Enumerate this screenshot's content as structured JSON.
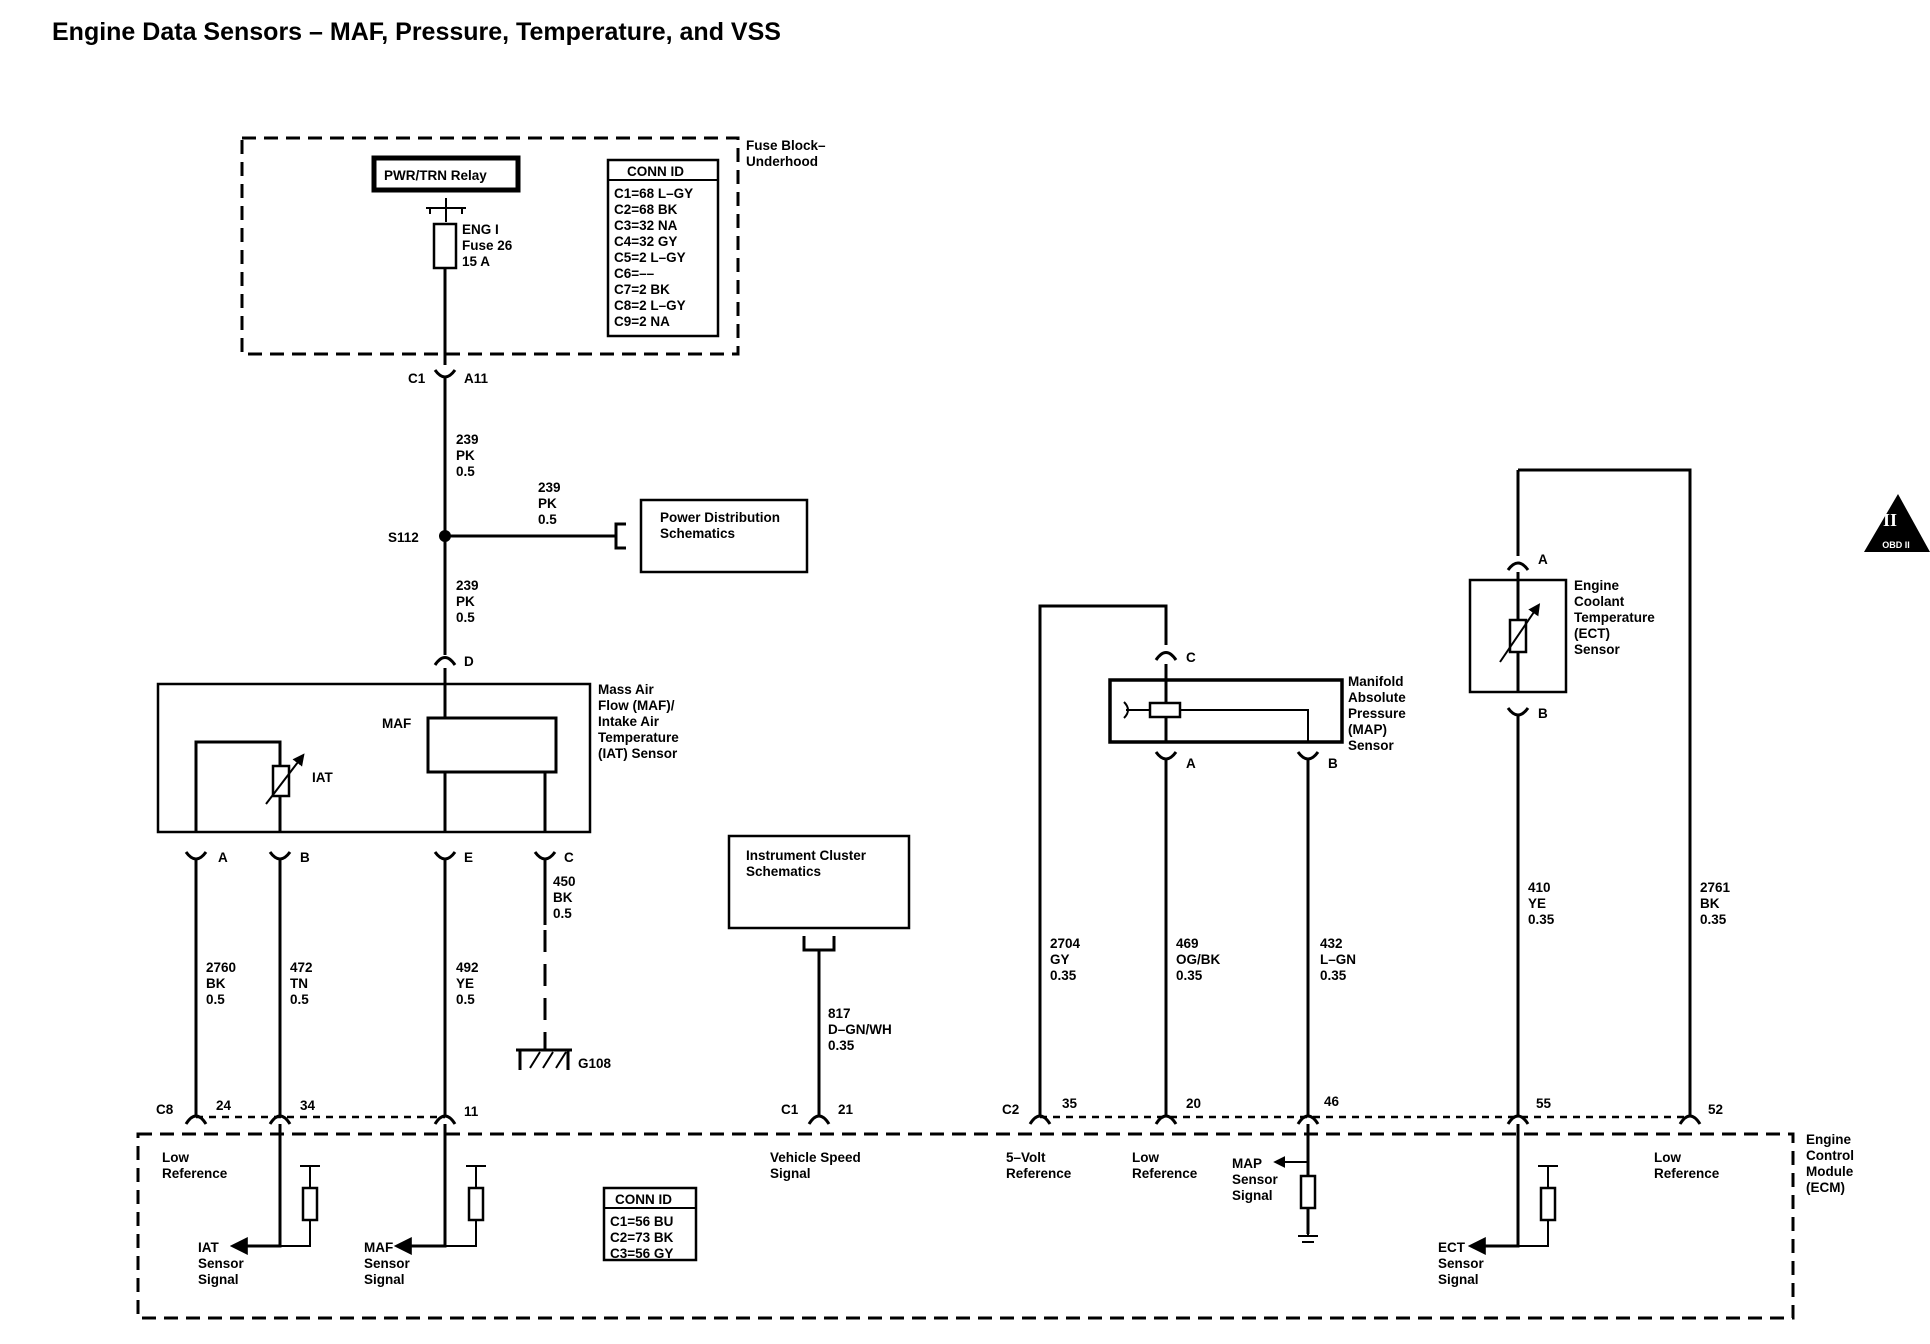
{
  "title": "Engine Data Sensors – MAF, Pressure, Temperature, and VSS",
  "fuse_block": {
    "label_line1": "Fuse Block–",
    "label_line2": "Underhood",
    "relay": "PWR/TRN Relay",
    "fuse_line1": "ENG I",
    "fuse_line2": "Fuse 26",
    "fuse_line3": "15 A",
    "conn_id": {
      "header": "CONN ID",
      "rows": [
        "C1=68 L–GY",
        "C2=68 BK",
        "C3=32 NA",
        "C4=32 GY",
        "C5=2 L–GY",
        "C6=––",
        "C7=2 BK",
        "C8=2 L–GY",
        "C9=2 NA"
      ]
    }
  },
  "connector_c1_a11": {
    "conn": "C1",
    "pin": "A11"
  },
  "wire_239_upper": {
    "circuit": "239",
    "color": "PK",
    "size": "0.5"
  },
  "wire_239_branch": {
    "circuit": "239",
    "color": "PK",
    "size": "0.5"
  },
  "wire_239_lower": {
    "circuit": "239",
    "color": "PK",
    "size": "0.5"
  },
  "splice": "S112",
  "power_distribution": {
    "line1": "Power Distribution",
    "line2": "Schematics"
  },
  "maf_sensor": {
    "pin_d": "D",
    "maf_label": "MAF",
    "iat_label": "IAT",
    "name": [
      "Mass Air",
      "Flow (MAF)/",
      "Intake Air",
      "Temperature",
      "(IAT) Sensor"
    ],
    "pins": [
      "A",
      "B",
      "E",
      "C"
    ]
  },
  "wires_maf": [
    {
      "circuit": "2760",
      "color": "BK",
      "size": "0.5"
    },
    {
      "circuit": "472",
      "color": "TN",
      "size": "0.5"
    },
    {
      "circuit": "492",
      "color": "YE",
      "size": "0.5"
    },
    {
      "circuit": "450",
      "color": "BK",
      "size": "0.5"
    }
  ],
  "ground": "G108",
  "instrument_cluster": {
    "line1": "Instrument Cluster",
    "line2": "Schematics"
  },
  "wire_vss": {
    "circuit": "817",
    "color": "D–GN/WH",
    "size": "0.35"
  },
  "map_sensor": {
    "pins": [
      "C",
      "A",
      "B"
    ],
    "name": [
      "Manifold",
      "Absolute",
      "Pressure",
      "(MAP)",
      "Sensor"
    ]
  },
  "wires_map": [
    {
      "circuit": "2704",
      "color": "GY",
      "size": "0.35"
    },
    {
      "circuit": "469",
      "color": "OG/BK",
      "size": "0.35"
    },
    {
      "circuit": "432",
      "color": "L–GN",
      "size": "0.35"
    }
  ],
  "ect_sensor": {
    "pins": [
      "A",
      "B"
    ],
    "name": [
      "Engine",
      "Coolant",
      "Temperature",
      "(ECT)",
      "Sensor"
    ]
  },
  "wires_ect": [
    {
      "circuit": "410",
      "color": "YE",
      "size": "0.35"
    },
    {
      "circuit": "2761",
      "color": "BK",
      "size": "0.35"
    }
  ],
  "ecm": {
    "name": [
      "Engine",
      "Control",
      "Module",
      "(ECM)"
    ],
    "conn_c8": "C8",
    "conn_c1": "C1",
    "conn_c2": "C2",
    "pins": [
      "24",
      "34",
      "11",
      "21",
      "35",
      "20",
      "46",
      "55",
      "52"
    ],
    "signals": {
      "low_ref_1": [
        "Low",
        "Reference"
      ],
      "iat_signal": [
        "IAT",
        "Sensor",
        "Signal"
      ],
      "maf_signal": [
        "MAF",
        "Sensor",
        "Signal"
      ],
      "vss_signal": [
        "Vehicle Speed",
        "Signal"
      ],
      "five_volt_ref": [
        "5–Volt",
        "Reference"
      ],
      "low_ref_2": [
        "Low",
        "Reference"
      ],
      "map_signal": [
        "MAP",
        "Sensor",
        "Signal"
      ],
      "ect_signal": [
        "ECT",
        "Sensor",
        "Signal"
      ],
      "low_ref_3": [
        "Low",
        "Reference"
      ]
    },
    "conn_id": {
      "header": "CONN ID",
      "rows": [
        "C1=56 BU",
        "C2=73 BK",
        "C3=56 GY"
      ]
    }
  },
  "obd_badge": {
    "numeral": "II",
    "text": "OBD II"
  }
}
